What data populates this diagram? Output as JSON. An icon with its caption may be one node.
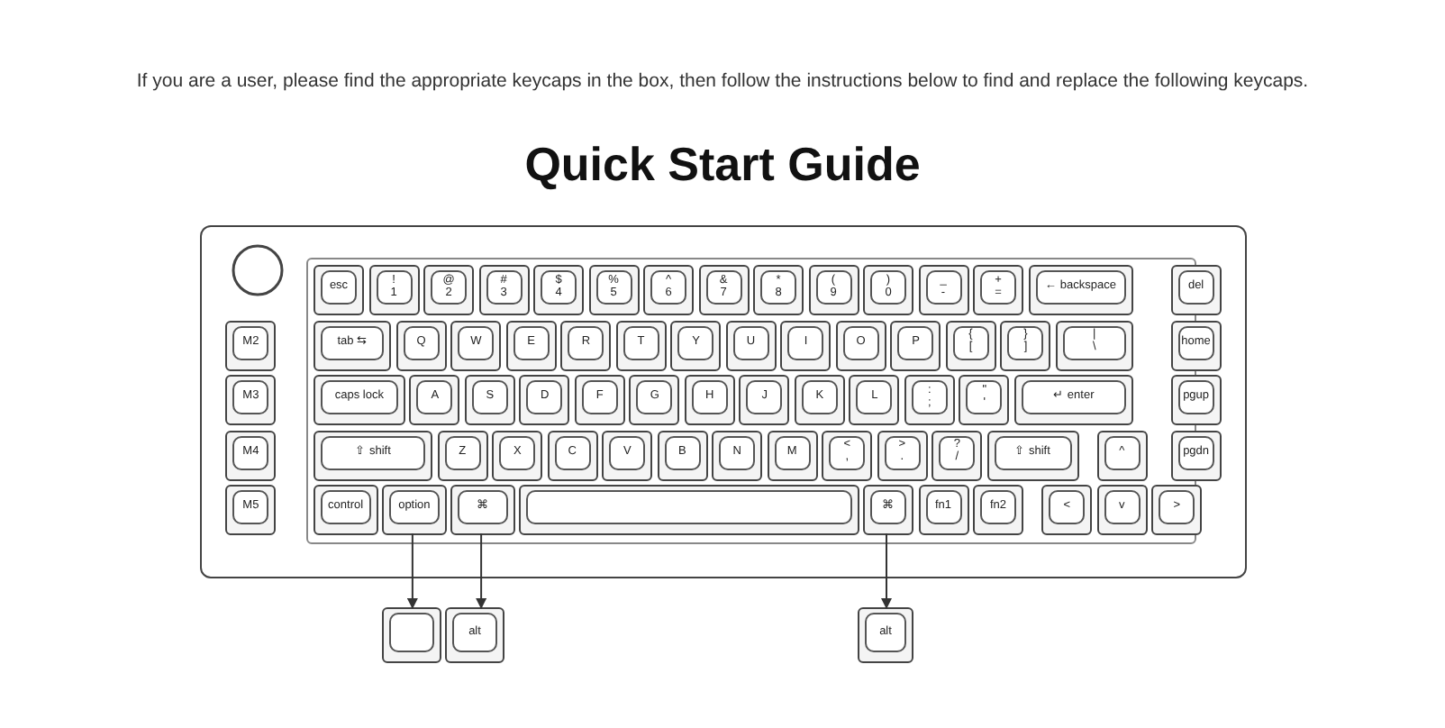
{
  "diagram": {
    "title": "Quick Start Guide",
    "nodes": [
      {
        "text": [],
        "shape": "box"
      },
      {
        "text": [
          "esc"
        ],
        "in": 0
      },
      {
        "text": [
          "!",
          "1"
        ],
        "in": 0
      },
      {
        "text": [
          "@",
          "2"
        ],
        "in": 0
      },
      {
        "text": [
          "#",
          "3"
        ],
        "in": 0
      },
      {
        "text": [
          "$",
          "4"
        ],
        "in": 0
      },
      {
        "text": [
          "%",
          "5"
        ],
        "in": 0
      },
      {
        "text": [
          "^",
          "6"
        ],
        "in": 0
      },
      {
        "text": [
          "&",
          "7"
        ],
        "in": 0
      },
      {
        "text": [
          "*",
          "8"
        ],
        "in": 0
      },
      {
        "text": [
          "(",
          "9"
        ],
        "in": 0
      },
      {
        "text": [
          ")",
          "0"
        ],
        "in": 0
      },
      {
        "text": [
          "_",
          "-"
        ],
        "in": 0
      },
      {
        "text": [
          "+",
          "="
        ],
        "in": 0
      },
      {
        "text": [
          "← backspace"
        ],
        "in": 0
      },
      {
        "text": [
          "del"
        ],
        "in": 0
      },
      {
        "text": [
          "M2"
        ],
        "in": 0
      },
      {
        "text": [
          "tab ⇆"
        ],
        "in": 0
      },
      {
        "text": [
          "Q"
        ],
        "in": 0
      },
      {
        "text": [
          "W"
        ],
        "in": 0
      },
      {
        "text": [
          "E"
        ],
        "in": 0
      },
      {
        "text": [
          "R"
        ],
        "in": 0
      },
      {
        "text": [
          "T"
        ],
        "in": 0
      },
      {
        "text": [
          "Y"
        ],
        "in": 0
      },
      {
        "text": [
          "U"
        ],
        "in": 0
      },
      {
        "text": [
          "I"
        ],
        "in": 0
      },
      {
        "text": [
          "O"
        ],
        "in": 0
      },
      {
        "text": [
          "P"
        ],
        "in": 0
      },
      {
        "text": [
          "{",
          "["
        ],
        "in": 0
      },
      {
        "text": [
          "}",
          "]"
        ],
        "in": 0
      },
      {
        "text": [
          "|",
          "\\"
        ],
        "in": 0
      },
      {
        "text": [
          "home"
        ],
        "in": 0
      },
      {
        "text": [
          "M3"
        ],
        "in": 0
      },
      {
        "text": [
          "caps lock"
        ],
        "in": 0
      },
      {
        "text": [
          "A"
        ],
        "in": 0
      },
      {
        "text": [
          "S"
        ],
        "in": 0
      },
      {
        "text": [
          "D"
        ],
        "in": 0
      },
      {
        "text": [
          "F"
        ],
        "in": 0
      },
      {
        "text": [
          "G"
        ],
        "in": 0
      },
      {
        "text": [
          "H"
        ],
        "in": 0
      },
      {
        "text": [
          "J"
        ],
        "in": 0
      },
      {
        "text": [
          "K"
        ],
        "in": 0
      },
      {
        "text": [
          "L"
        ],
        "in": 0
      },
      {
        "text": [
          ":",
          ";"
        ],
        "in": 0
      },
      {
        "text": [
          "\"",
          "'"
        ],
        "in": 0
      },
      {
        "text": [
          "↵ enter"
        ],
        "in": 0
      },
      {
        "text": [
          "pgup"
        ],
        "in": 0
      },
      {
        "text": [
          "M4"
        ],
        "in": 0
      },
      {
        "text": [
          "⇧ shift"
        ],
        "in": 0
      },
      {
        "text": [
          "Z"
        ],
        "in": 0
      },
      {
        "text": [
          "X"
        ],
        "in": 0
      },
      {
        "text": [
          "C"
        ],
        "in": 0
      },
      {
        "text": [
          "V"
        ],
        "in": 0
      },
      {
        "text": [
          "B"
        ],
        "in": 0
      },
      {
        "text": [
          "N"
        ],
        "in": 0
      },
      {
        "text": [
          "M"
        ],
        "in": 0
      },
      {
        "text": [
          "<",
          ","
        ],
        "in": 0
      },
      {
        "text": [
          ">",
          "."
        ],
        "in": 0
      },
      {
        "text": [
          "?",
          "/"
        ],
        "in": 0
      },
      {
        "text": [
          "⇧ shift"
        ],
        "in": 0
      },
      {
        "text": [
          "^"
        ],
        "in": 0
      },
      {
        "text": [
          "pgdn"
        ],
        "in": 0
      },
      {
        "text": [
          "M5"
        ],
        "in": 0
      },
      {
        "text": [
          "control"
        ],
        "in": 0
      },
      {
        "text": [
          "option"
        ],
        "in": 0
      },
      {
        "text": [
          "⌘"
        ],
        "in": 0
      },
      {
        "text": [],
        "shape": "box",
        "in": 0
      },
      {
        "text": [
          "⌘"
        ],
        "in": 0
      },
      {
        "text": [
          "fn1"
        ],
        "in": 0
      },
      {
        "text": [
          "fn2"
        ],
        "in": 0
      },
      {
        "text": [
          "<"
        ],
        "in": 0
      },
      {
        "text": [
          "v"
        ],
        "in": 0
      },
      {
        "text": [
          ">"
        ],
        "in": 0
      },
      {
        "text": [],
        "shape": "box"
      },
      {
        "text": [
          "alt"
        ]
      },
      {
        "text": [
          "alt"
        ]
      }
    ],
    "edges": [
      {
        "from": 64,
        "to": 73,
        "arrow": "to"
      },
      {
        "from": 65,
        "to": 74,
        "arrow": "to"
      },
      {
        "from": 67,
        "to": 75,
        "arrow": "to"
      }
    ],
    "labels": [
      "If you are a user, please find the appropriate keycaps in the box, then follow the instructions below to find and replace the following keycaps."
    ]
  }
}
